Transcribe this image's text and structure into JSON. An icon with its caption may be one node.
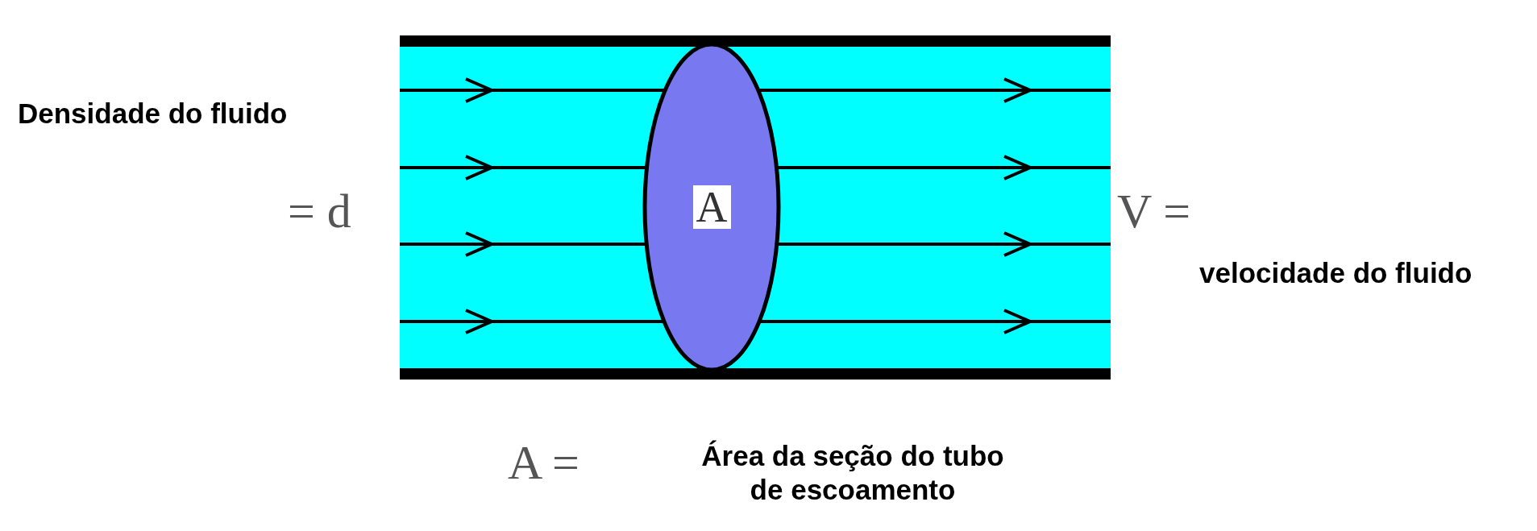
{
  "diagram": {
    "nodes": [
      {
        "text": [
          "A"
        ]
      }
    ],
    "labels": [
      "Densidade do fluido",
      "= d",
      "V =",
      "velocidade do fluido",
      "A =",
      "Área da seção do tubo de escoamento"
    ]
  }
}
